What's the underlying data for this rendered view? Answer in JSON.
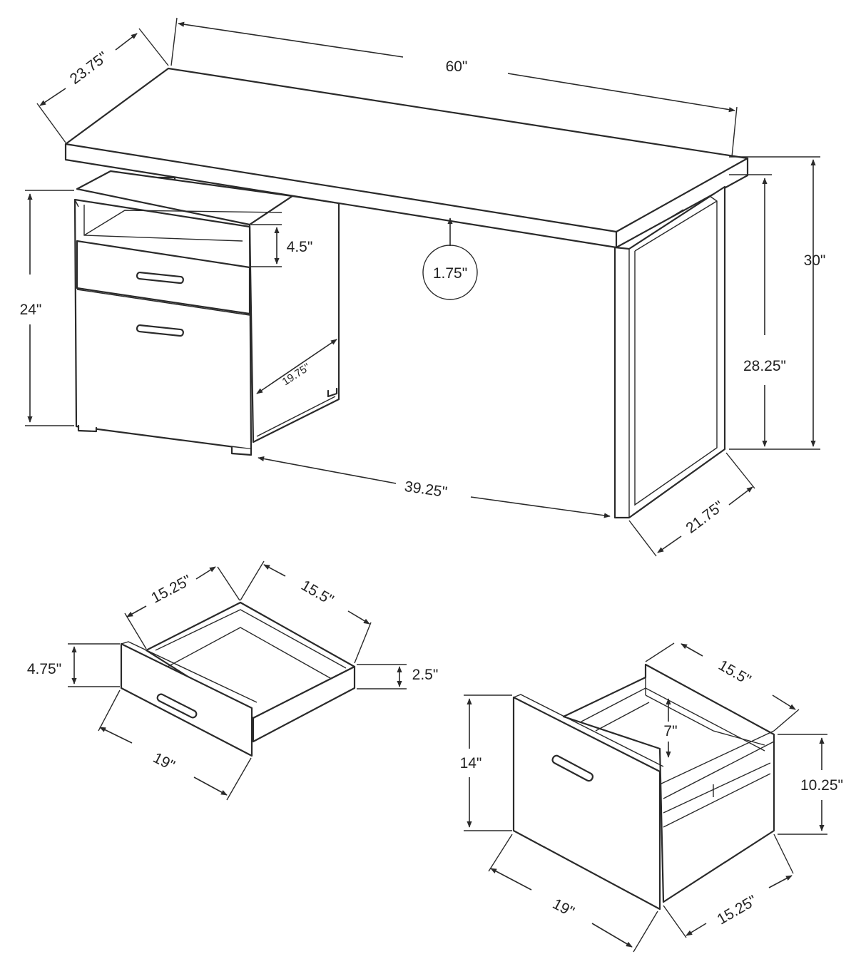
{
  "desk": {
    "depth_top": "23.75\"",
    "width_top": "60\"",
    "height_total": "30\"",
    "height_leg_inner": "28.25\"",
    "cabinet_height": "24\"",
    "shelf_opening": "4.5\"",
    "top_thickness": "1.75\"",
    "cabinet_depth": "19.75\"",
    "leg_span": "39.25\"",
    "leg_depth": "21.75\""
  },
  "small_drawer": {
    "inner_depth": "15.25\"",
    "inner_width": "15.5\"",
    "front_height": "4.75\"",
    "inner_height": "2.5\"",
    "front_width": "19\""
  },
  "file_drawer": {
    "inner_width": "15.5\"",
    "inner_height": "7\"",
    "front_height": "14\"",
    "box_height": "10.25\"",
    "front_width": "19\"",
    "box_depth": "15.25\""
  }
}
